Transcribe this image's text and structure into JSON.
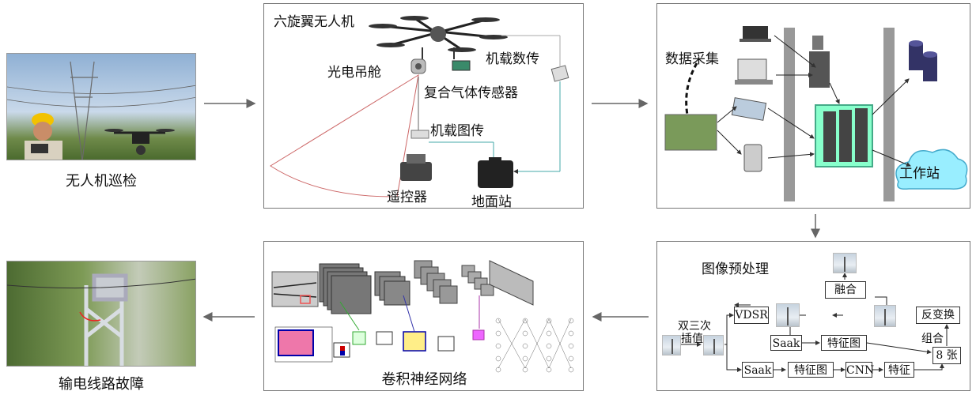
{
  "inspection": {
    "caption": "无人机巡检"
  },
  "fault": {
    "caption": "输电线路故障"
  },
  "drone_panel": {
    "title": "六旋翼无人机",
    "gimbal": "光电吊舱",
    "datalink": "机载数传",
    "gas_sensor": "复合气体传感器",
    "video_link": "机载图传",
    "remote": "遥控器",
    "ground_station": "地面站"
  },
  "network_panel": {
    "collect": "数据采集",
    "workstation": "工作站"
  },
  "preprocess_panel": {
    "title": "图像预处理",
    "fusion": "融合",
    "bicubic_line1": "双三次",
    "bicubic_line2": "插值",
    "vdsr": "VDSR",
    "inverse": "反变换",
    "saak1": "Saak",
    "feature1": "特征图",
    "combine": "组合",
    "eight": "8 张",
    "saak2": "Saak",
    "feature2": "特征图",
    "cnn": "CNN",
    "feature3": "特征"
  },
  "cnn_panel": {
    "caption": "卷积神经网络"
  }
}
